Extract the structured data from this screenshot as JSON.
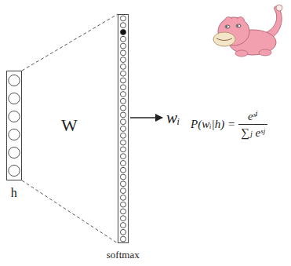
{
  "diagram": {
    "nodes": [
      {
        "text": [
          "h"
        ]
      },
      {
        "text": [
          "softmax"
        ]
      }
    ],
    "edges": [
      {
        "from": 0,
        "to": 1,
        "arrow": "none"
      },
      {
        "from": 0,
        "to": 1,
        "arrow": "none"
      }
    ],
    "labels": [
      "W",
      "wᵢ",
      "P(wᵢ|h) =",
      "eˢⁱ",
      "∑ⱼ eˢʲ"
    ]
  }
}
